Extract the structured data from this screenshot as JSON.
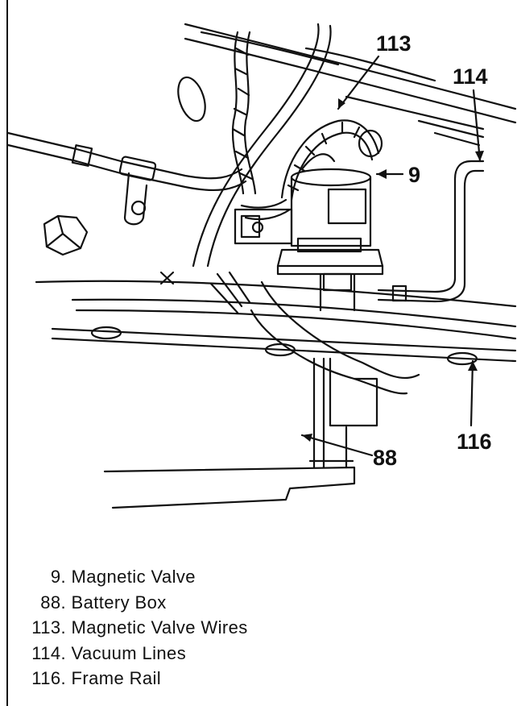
{
  "callouts": [
    {
      "id": "113",
      "label": "113"
    },
    {
      "id": "114",
      "label": "114"
    },
    {
      "id": "9",
      "label": "9"
    },
    {
      "id": "116",
      "label": "116"
    },
    {
      "id": "88",
      "label": "88"
    }
  ],
  "legend": [
    {
      "number": "9.",
      "text": "Magnetic Valve"
    },
    {
      "number": "88.",
      "text": "Battery Box"
    },
    {
      "number": "113.",
      "text": "Magnetic Valve Wires"
    },
    {
      "number": "114.",
      "text": "Vacuum Lines"
    },
    {
      "number": "116.",
      "text": "Frame Rail"
    }
  ]
}
